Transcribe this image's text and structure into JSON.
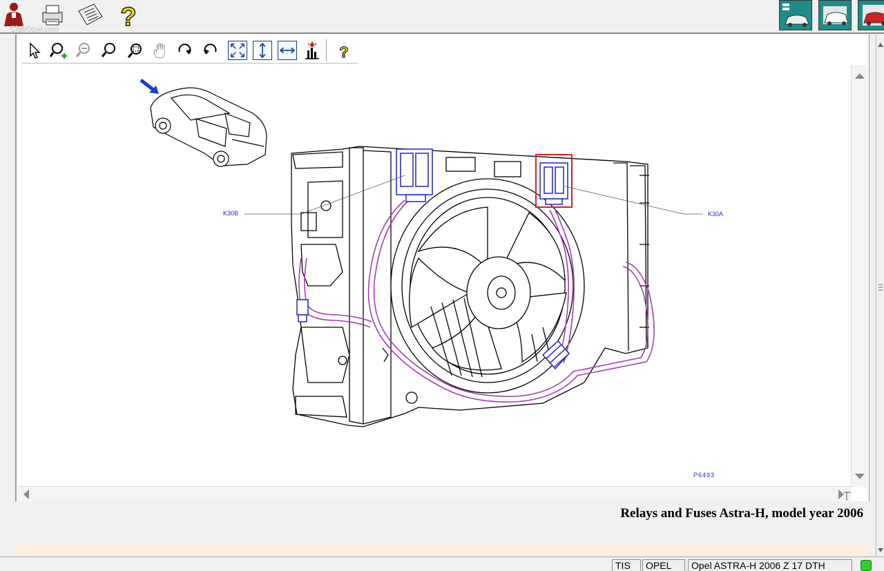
{
  "app": {
    "watermark": "ClubOpel.com",
    "top_icons": [
      "person-icon",
      "printer-icon",
      "newspaper-icon",
      "help-icon"
    ],
    "car_buttons": [
      "vehicle-list-icon",
      "vehicle-icon",
      "vehicle-red-icon"
    ]
  },
  "toolbar": {
    "tools": [
      "select-arrow-icon",
      "zoom-in-icon",
      "zoom-out-icon",
      "zoom-icon",
      "zoom-area-icon",
      "pan-hand-icon",
      "rotate-cw-icon",
      "rotate-ccw-icon",
      "fit-page-icon",
      "fit-height-icon",
      "fit-width-icon",
      "highlight-icon",
      "help-icon"
    ]
  },
  "diagram": {
    "label_k30b": "K30B",
    "label_k30a": "K30A",
    "figure_id": "P6493",
    "highlight_color": "#e11b1b",
    "connector_color": "#2020c8",
    "harness_color": "#a040b0"
  },
  "caption": "Relays and Fuses Astra-H, model year 2006",
  "status": {
    "c1": "TIS",
    "c2": "OPEL",
    "c3": "Opel  ASTRA-H  2006  Z 17 DTH",
    "led_color": "#2fcf2f"
  }
}
